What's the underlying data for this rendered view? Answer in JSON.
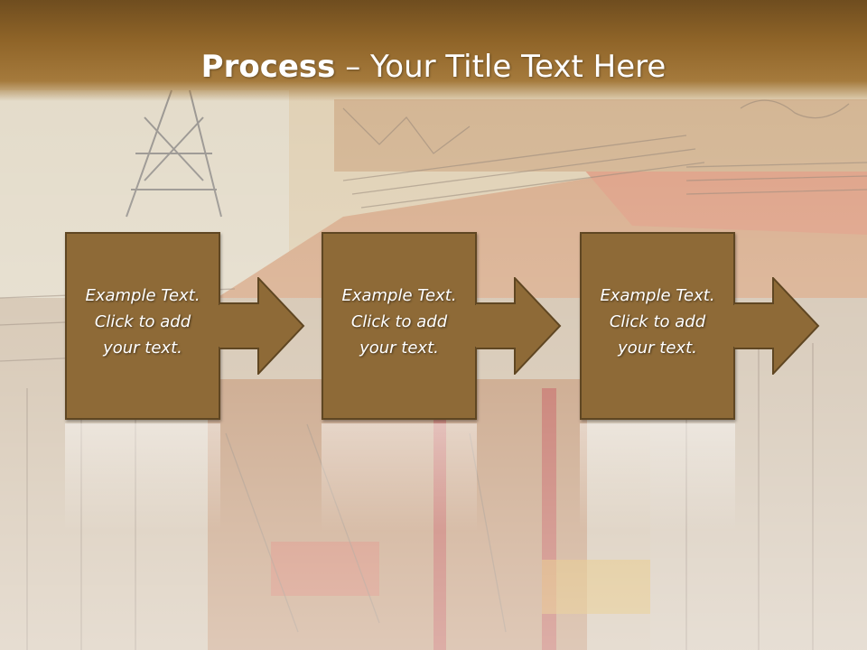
{
  "title": {
    "bold": "Process",
    "dash": " – ",
    "rest": "Your Title Text Here"
  },
  "steps": [
    {
      "line1": "Example Text.",
      "line2": "Click  to add",
      "line3": "your text."
    },
    {
      "line1": "Example Text.",
      "line2": "Click  to add",
      "line3": "your text."
    },
    {
      "line1": "Example Text.",
      "line2": "Click  to add",
      "line3": "your text."
    }
  ],
  "colors": {
    "box": "#8e6a37",
    "border": "#5f4622",
    "header": "#8f6428"
  }
}
